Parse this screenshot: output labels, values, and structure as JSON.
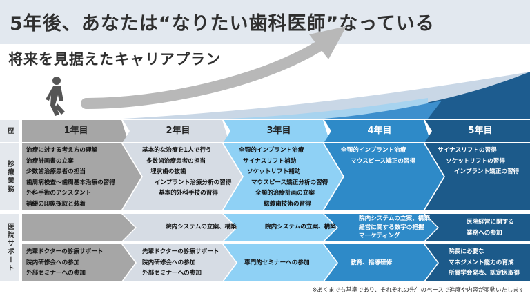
{
  "header": {
    "title": "5年後、あなたは“なりたい歯科医師”なっている",
    "subtitle": "将来を見据えたキャリアプラン"
  },
  "colors": {
    "year1": "#a6a6a6",
    "year2": "#d6dce4",
    "year3": "#8fd1f5",
    "year4": "#2e8ac8",
    "year5": "#1c5a8a"
  },
  "row_labels": {
    "reki": "歴",
    "treatment": "診療業務",
    "support": "医院サポート"
  },
  "years": [
    "1年目",
    "2年目",
    "3年目",
    "4年目",
    "5年目"
  ],
  "treatment": [
    [
      "治療に対する考え方の理解",
      "治療計画書の立案",
      "少数歯治療患者の担当",
      "歯周病検査〜歯周基本治療の習得",
      "外科手術のアシスタント",
      "補綴の印象採取と装着"
    ],
    [
      "基本的な治療を1人で行う",
      "多数歯治療患者の担当",
      "埋状歯の抜歯",
      "インプラント治療分析の習得",
      "基本的外科手技の習得"
    ],
    [
      "全顎的インプラント治療",
      "サイナスリフト補助",
      "ソケットリフト補助",
      "マウスピース矯正分析の習得",
      "全顎的治療計画の立案",
      "総義歯技術の習得"
    ],
    [
      "全顎的インプラント治療",
      "マウスピース矯正の習得"
    ],
    [
      "サイナスリフトの習得",
      "ソケットリフトの習得",
      "インプラント矯正の習得"
    ]
  ],
  "support_upper": [
    [],
    [
      "院内システムの立案、構築"
    ],
    [
      "院内システムの立案、構築"
    ],
    [
      "院内システムの立案、構築",
      "経営に関する数字の把握",
      "マーケティング"
    ],
    [
      "医院経営に関する",
      "業務への参加"
    ]
  ],
  "support_lower": [
    [
      "先輩ドクターの診療サポート",
      "院内研修会への参加",
      "外部セミナーへの参加"
    ],
    [
      "先輩ドクターの診療サポート",
      "院内研修会への参加",
      "外部セミナーへの参加"
    ],
    [
      "専門的セミナーへの参加"
    ],
    [
      "教育、指導研修"
    ],
    [
      "院長に必要な",
      "マネジメント能力の育成",
      "所属学会発表、認定医取得"
    ]
  ],
  "note": "※あくまでも基準であり、それぞれの先生のペースで進度や内容が変動いたします"
}
